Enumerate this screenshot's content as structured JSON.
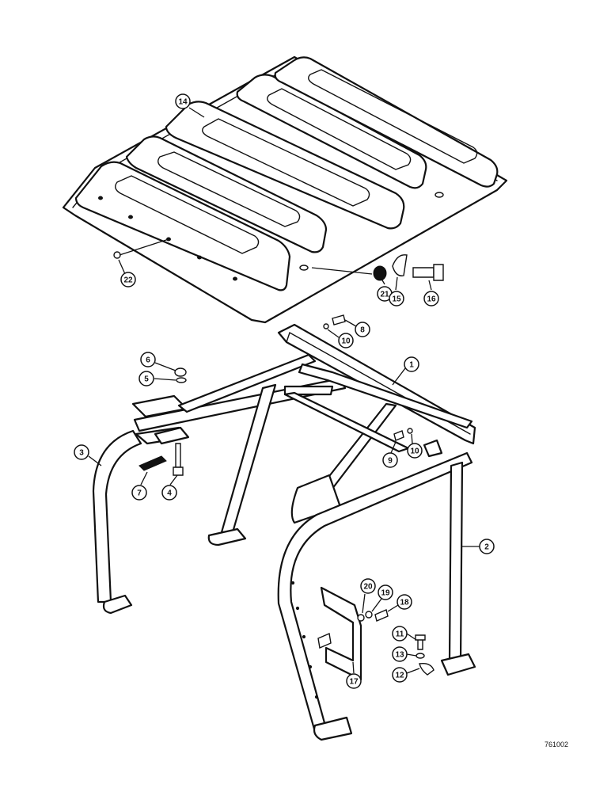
{
  "drawing_number": "761002",
  "callouts": [
    {
      "id": "c14",
      "label": "14"
    },
    {
      "id": "c22",
      "label": "22"
    },
    {
      "id": "c21",
      "label": "21"
    },
    {
      "id": "c15",
      "label": "15"
    },
    {
      "id": "c16",
      "label": "16"
    },
    {
      "id": "c8",
      "label": "8"
    },
    {
      "id": "c10a",
      "label": "10"
    },
    {
      "id": "c1",
      "label": "1"
    },
    {
      "id": "c6",
      "label": "6"
    },
    {
      "id": "c5",
      "label": "5"
    },
    {
      "id": "c3",
      "label": "3"
    },
    {
      "id": "c7",
      "label": "7"
    },
    {
      "id": "c4",
      "label": "4"
    },
    {
      "id": "c9",
      "label": "9"
    },
    {
      "id": "c10b",
      "label": "10"
    },
    {
      "id": "c2",
      "label": "2"
    },
    {
      "id": "c20",
      "label": "20"
    },
    {
      "id": "c19",
      "label": "19"
    },
    {
      "id": "c18",
      "label": "18"
    },
    {
      "id": "c11",
      "label": "11"
    },
    {
      "id": "c13",
      "label": "13"
    },
    {
      "id": "c12",
      "label": "12"
    },
    {
      "id": "c17",
      "label": "17"
    }
  ]
}
